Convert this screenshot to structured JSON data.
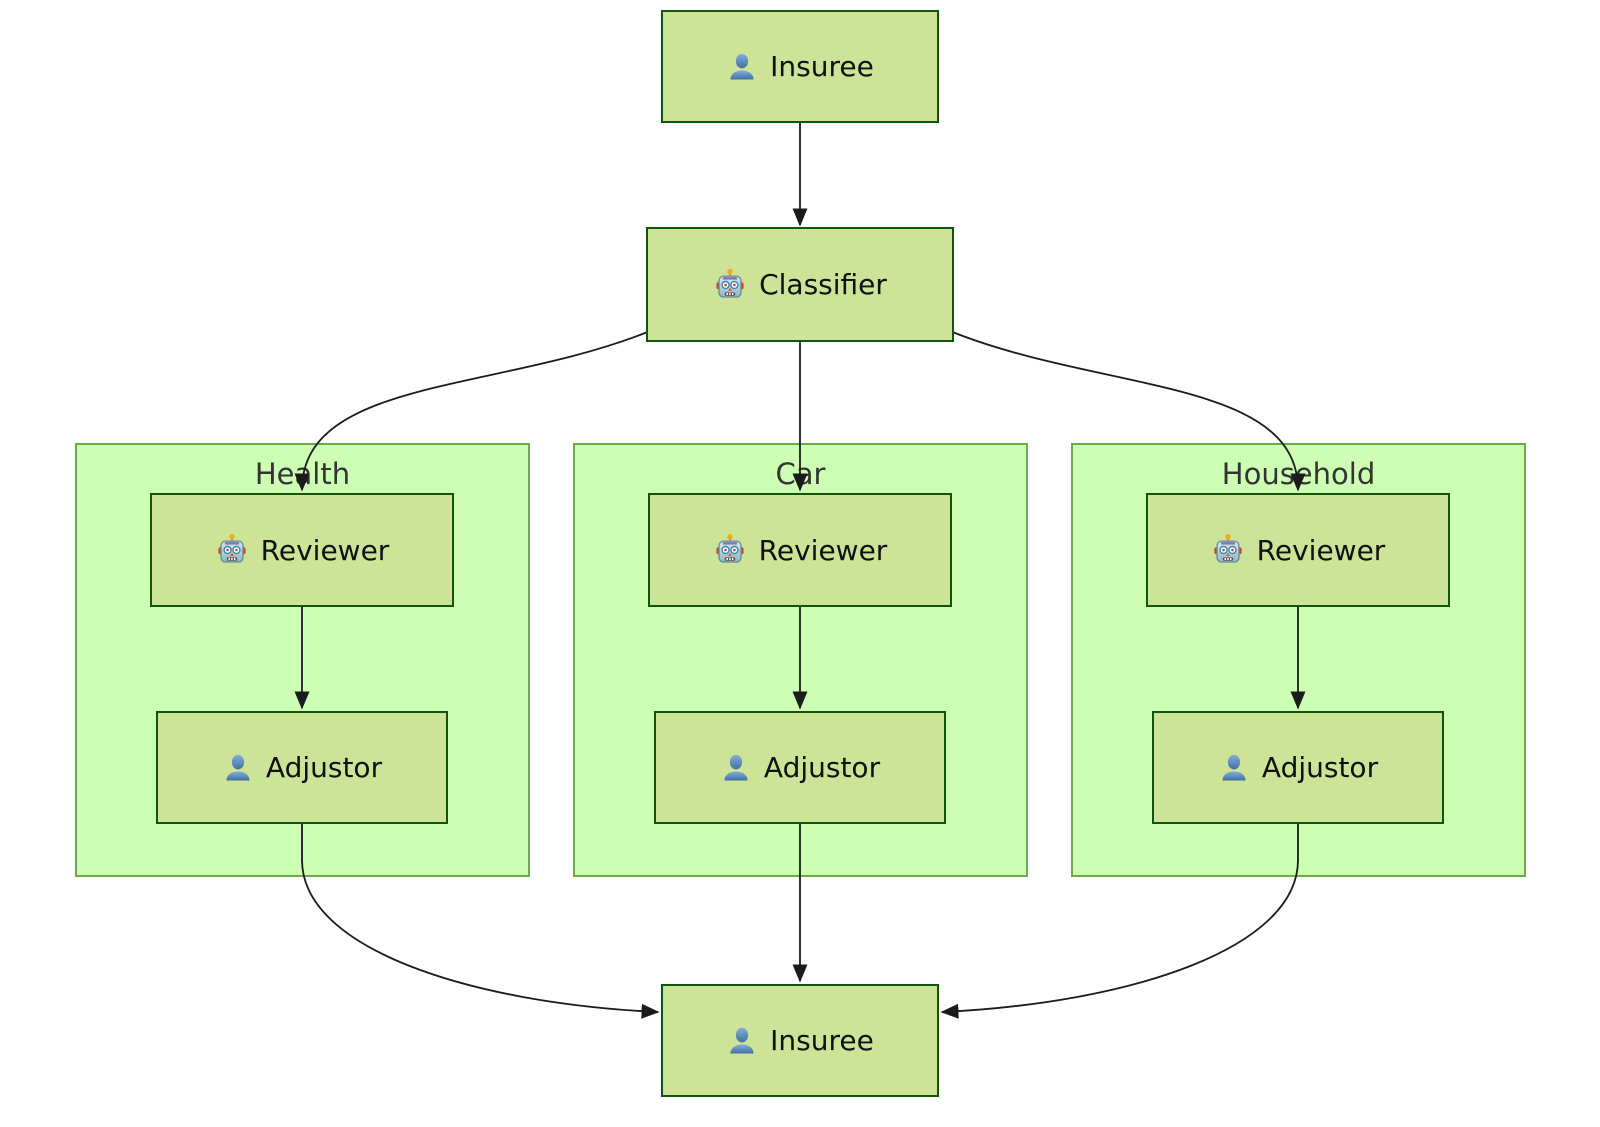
{
  "diagram": {
    "kind": "flowchart",
    "direction": "top-down",
    "nodes": {
      "insuree_top": {
        "label": "Insuree",
        "icon": "person"
      },
      "classifier": {
        "label": "Classifier",
        "icon": "robot"
      },
      "health_reviewer": {
        "label": "Reviewer",
        "icon": "robot"
      },
      "health_adjustor": {
        "label": "Adjustor",
        "icon": "person"
      },
      "car_reviewer": {
        "label": "Reviewer",
        "icon": "robot"
      },
      "car_adjustor": {
        "label": "Adjustor",
        "icon": "person"
      },
      "household_reviewer": {
        "label": "Reviewer",
        "icon": "robot"
      },
      "household_adjustor": {
        "label": "Adjustor",
        "icon": "person"
      },
      "insuree_bottom": {
        "label": "Insuree",
        "icon": "person"
      }
    },
    "clusters": {
      "health": {
        "label": "Health"
      },
      "car": {
        "label": "Car"
      },
      "household": {
        "label": "Household"
      }
    },
    "edges": [
      {
        "from": "insuree_top",
        "to": "classifier"
      },
      {
        "from": "classifier",
        "to": "health_reviewer"
      },
      {
        "from": "classifier",
        "to": "car_reviewer"
      },
      {
        "from": "classifier",
        "to": "household_reviewer"
      },
      {
        "from": "health_reviewer",
        "to": "health_adjustor"
      },
      {
        "from": "car_reviewer",
        "to": "car_adjustor"
      },
      {
        "from": "household_reviewer",
        "to": "household_adjustor"
      },
      {
        "from": "health_adjustor",
        "to": "insuree_bottom"
      },
      {
        "from": "car_adjustor",
        "to": "insuree_bottom"
      },
      {
        "from": "household_adjustor",
        "to": "insuree_bottom"
      }
    ],
    "colors": {
      "node_fill": "#cde498",
      "node_border": "#13540c",
      "cluster_fill": "#ccffb3",
      "cluster_border": "#6eaa49",
      "edge": "#1b1b1b",
      "node_text": "#111111",
      "cluster_label_text": "#333333",
      "person_icon_blue": "#4a76a8",
      "robot_icon_teal": "#8fb6c2",
      "robot_antenna_orange": "#f6a821"
    }
  }
}
